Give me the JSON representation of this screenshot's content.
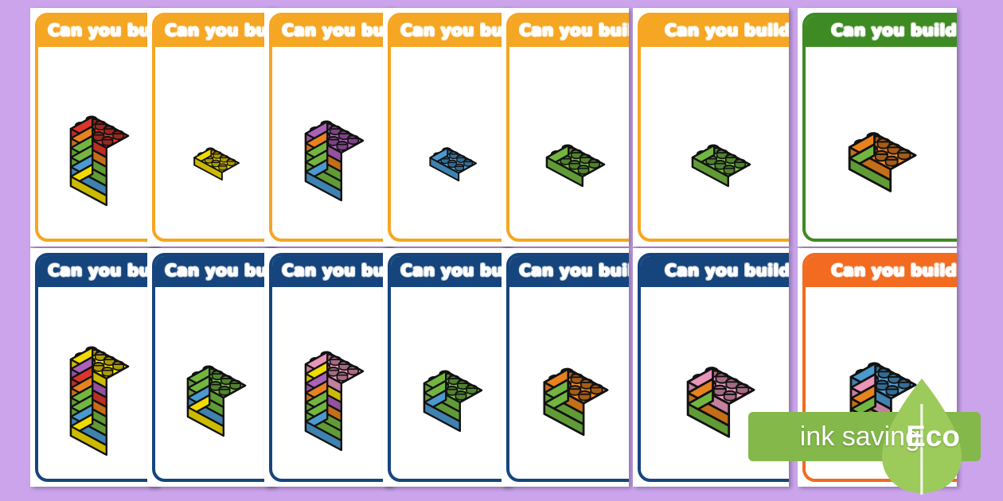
{
  "page": {
    "background_color": "#cba4ec",
    "title_text": "Can you build...",
    "rows": 2,
    "columns": 7
  },
  "palette": {
    "orange_header": "#F5A623",
    "green_header": "#3E8B24",
    "navy_header": "#16457E",
    "deep_orange_header": "#F26B21",
    "brick_red": "#E8392E",
    "brick_orange": "#F68A21",
    "brick_green": "#79C244",
    "brick_blue": "#4FA3DC",
    "brick_yellow": "#FFE800",
    "brick_purple": "#B667C4",
    "brick_pink": "#F79FC4",
    "eco_green": "#84b84a",
    "leaf_green": "#9ccb5b"
  },
  "eco_badge": {
    "ink_label": "ink saving",
    "eco_label": "Eco",
    "leaf_icon": "leaf-icon"
  },
  "cards": [
    {
      "id": "card-1",
      "title": "Can you build...",
      "accent": "#F5A623",
      "orientation": "vertical",
      "layer_count": 6,
      "layers": [
        "#E8392E",
        "#F68A21",
        "#79C244",
        "#79C244",
        "#4FA3DC",
        "#FFE800"
      ],
      "top_color": "#E8392E"
    },
    {
      "id": "card-2",
      "title": "Can you build...",
      "accent": "#F5A623",
      "orientation": "flat",
      "layer_count": 1,
      "layers": [
        "#FFE800"
      ],
      "top_color": "#FFE800"
    },
    {
      "id": "card-3",
      "title": "Can you build...",
      "accent": "#F5A623",
      "orientation": "vertical",
      "layer_count": 5,
      "layers": [
        "#B667C4",
        "#F68A21",
        "#79C244",
        "#79C244",
        "#4FA3DC"
      ],
      "top_color": "#B667C4"
    },
    {
      "id": "card-4",
      "title": "Can you build...",
      "accent": "#F5A623",
      "orientation": "flat",
      "layer_count": 1,
      "layers": [
        "#4FA3DC"
      ],
      "top_color": "#4FA3DC"
    },
    {
      "id": "card-5",
      "title": "Can you build...",
      "accent": "#F5A623",
      "orientation": "flat",
      "layer_count": 1,
      "layers": [
        "#79C244"
      ],
      "top_color": "#79C244"
    },
    {
      "id": "card-6",
      "title": "Can you build...",
      "accent": "#F5A623",
      "orientation": "flat",
      "layer_count": 1,
      "layers": [
        "#79C244"
      ],
      "top_color": "#79C244"
    },
    {
      "id": "card-7",
      "title": "Can you build...",
      "accent": "#3E8B24",
      "orientation": "flat",
      "layer_count": 2,
      "layers": [
        "#F68A21",
        "#79C244"
      ],
      "top_color": "#F68A21"
    },
    {
      "id": "card-8",
      "title": "Can you build...",
      "accent": "#16457E",
      "orientation": "vertical",
      "layer_count": 8,
      "layers": [
        "#FFE800",
        "#B667C4",
        "#E8392E",
        "#F68A21",
        "#79C244",
        "#79C244",
        "#4FA3DC",
        "#FFE800"
      ],
      "top_color": "#FFE800"
    },
    {
      "id": "card-9",
      "title": "Can you build...",
      "accent": "#16457E",
      "orientation": "vertical",
      "layer_count": 4,
      "layers": [
        "#79C244",
        "#79C244",
        "#4FA3DC",
        "#FFE800"
      ],
      "top_color": "#79C244"
    },
    {
      "id": "card-10",
      "title": "Can you build...",
      "accent": "#16457E",
      "orientation": "vertical",
      "layer_count": 7,
      "layers": [
        "#F79FC4",
        "#FFE800",
        "#B667C4",
        "#F68A21",
        "#79C244",
        "#79C244",
        "#4FA3DC"
      ],
      "top_color": "#F79FC4"
    },
    {
      "id": "card-11",
      "title": "Can you build...",
      "accent": "#16457E",
      "orientation": "vertical",
      "layer_count": 3,
      "layers": [
        "#79C244",
        "#79C244",
        "#4FA3DC"
      ],
      "top_color": "#79C244"
    },
    {
      "id": "card-12",
      "title": "Can you build...",
      "accent": "#16457E",
      "orientation": "flat",
      "layer_count": 3,
      "layers": [
        "#F68A21",
        "#79C244",
        "#79C244"
      ],
      "top_color": "#F68A21"
    },
    {
      "id": "card-13",
      "title": "Can you build...",
      "accent": "#16457E",
      "orientation": "flat",
      "layer_count": 3,
      "layers": [
        "#F79FC4",
        "#F68A21",
        "#79C244"
      ],
      "top_color": "#F79FC4"
    },
    {
      "id": "card-14",
      "title": "Can you build...",
      "accent": "#F26B21",
      "orientation": "vertical",
      "layer_count": 4,
      "layers": [
        "#4FA3DC",
        "#F79FC4",
        "#F68A21",
        "#79C244"
      ],
      "top_color": "#4FA3DC"
    }
  ]
}
